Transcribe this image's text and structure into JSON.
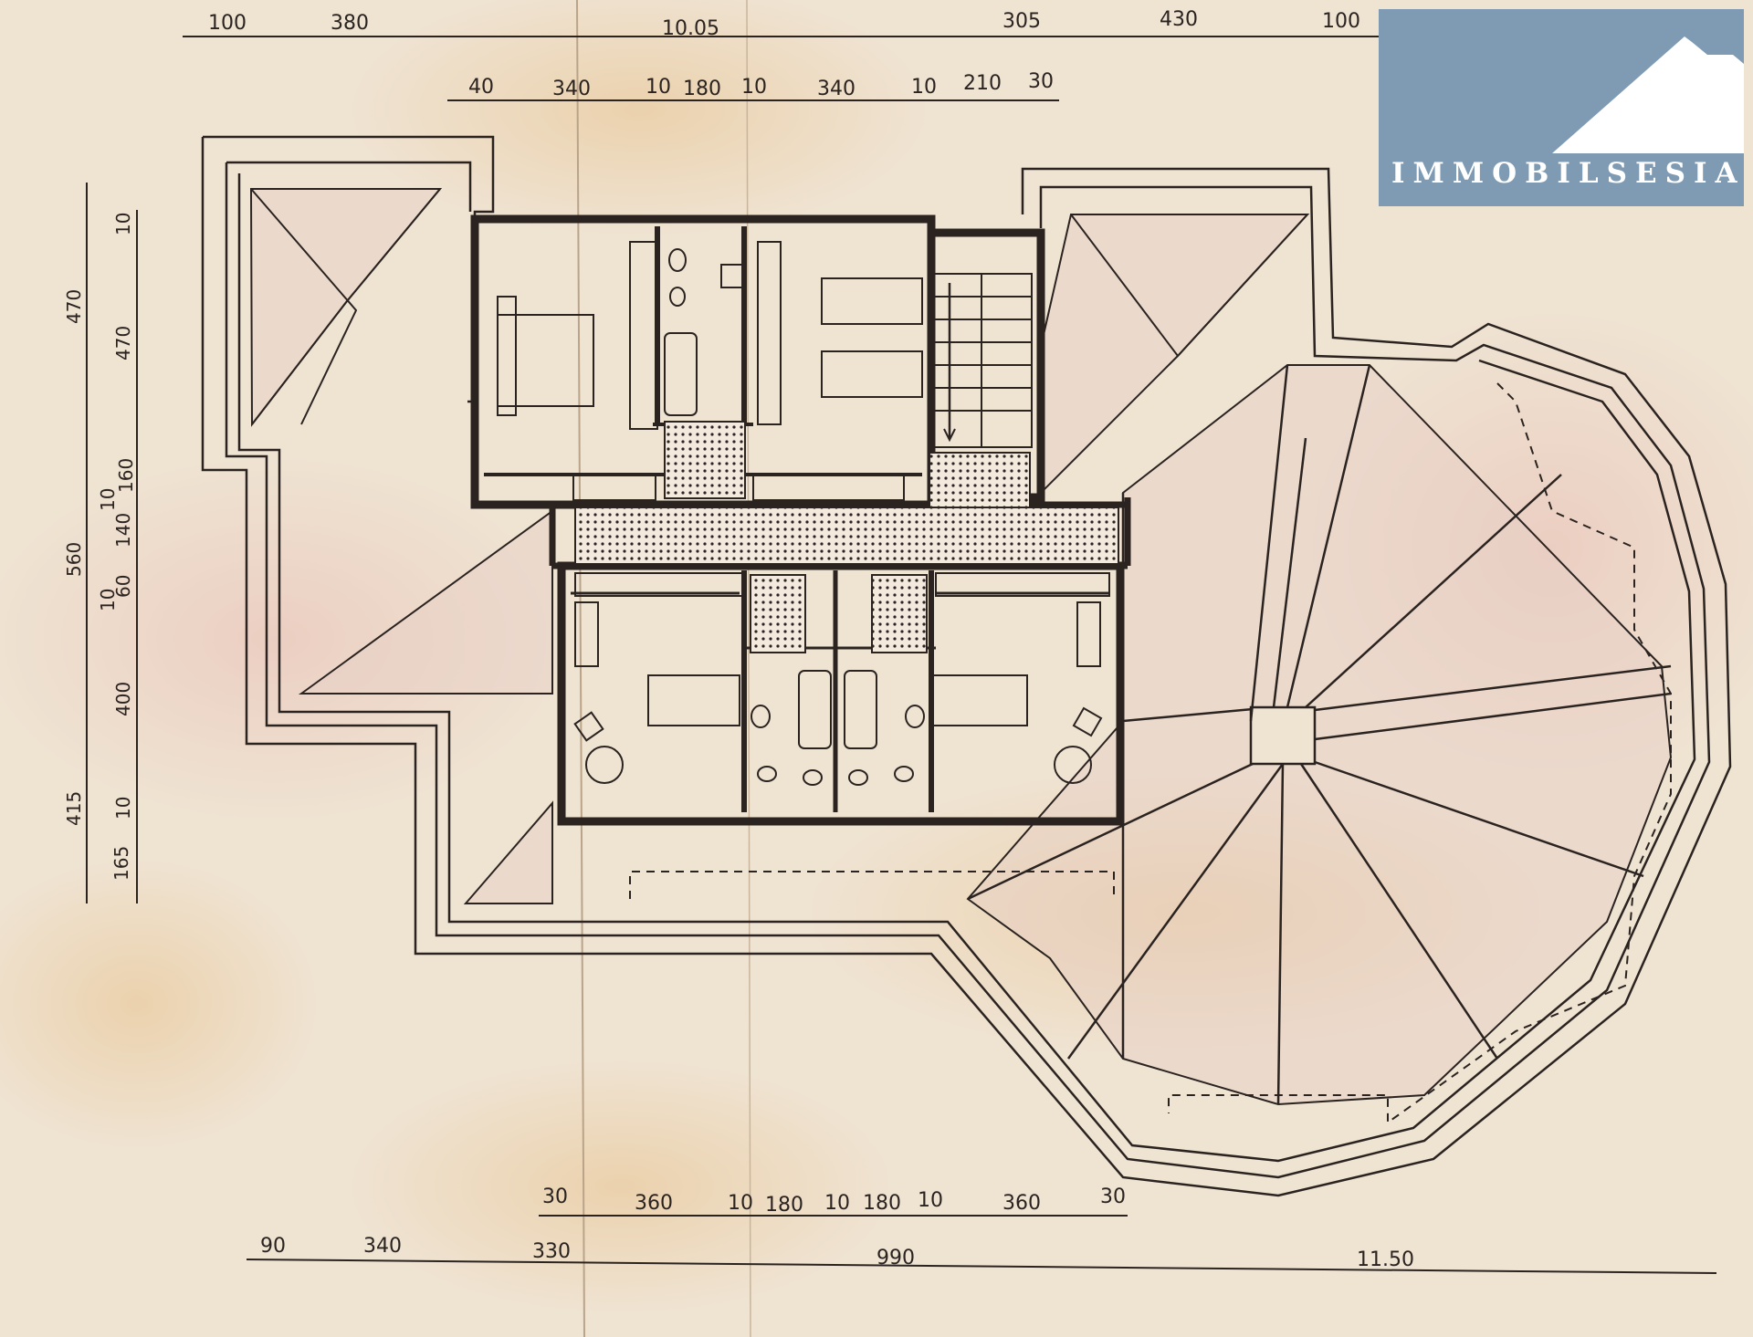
{
  "brand": {
    "name": "IMMOBILSESIA",
    "color": "#7f9bb4",
    "icon": "house-roof-icon"
  },
  "dimensions": {
    "top_outer": [
      "100",
      "380",
      "10.05",
      "305",
      "430",
      "100"
    ],
    "top_inner": [
      "40",
      "340",
      "10",
      "180",
      "10",
      "340",
      "10",
      "210",
      "30"
    ],
    "left_outer": [
      "470",
      "560",
      "415",
      "165"
    ],
    "left_inner": [
      "10",
      "470",
      "160",
      "10",
      "140",
      "10",
      "60",
      "400",
      "10"
    ],
    "bottom_inner": [
      "30",
      "360",
      "10",
      "180",
      "10",
      "180",
      "10",
      "360",
      "30"
    ],
    "bottom_outer": [
      "90",
      "340",
      "330",
      "990",
      "11.50"
    ]
  },
  "colors": {
    "paper": "#efe3d2",
    "ink": "#2a2320",
    "roof_tint": "#e5c9c0"
  }
}
